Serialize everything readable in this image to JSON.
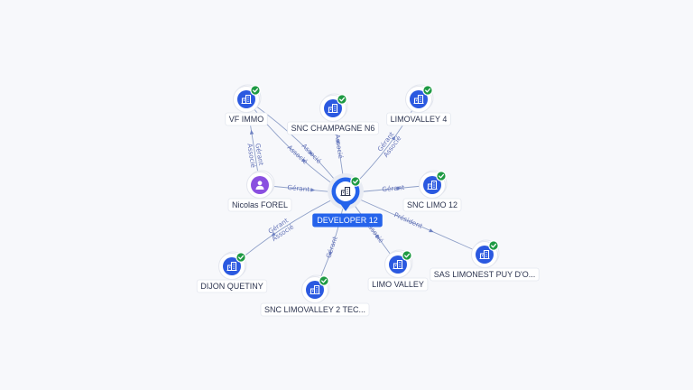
{
  "colors": {
    "company": "#2b59e0",
    "person": "#8a4fe0",
    "center": "#2563eb",
    "verified": "#1e9a43",
    "edge": "#8fa0c8",
    "edge_label": "#6473b8"
  },
  "center": {
    "label": "DEVELOPER 12",
    "icon": "building-icon",
    "verified": true
  },
  "nodes": [
    {
      "id": "vf-immo",
      "label": "VF IMMO",
      "kind": "company",
      "icon": "building-icon",
      "verified": true
    },
    {
      "id": "snc-champagne-n6",
      "label": "SNC CHAMPAGNE N6",
      "kind": "company",
      "icon": "building-icon",
      "verified": true
    },
    {
      "id": "limovalley-4",
      "label": "LIMOVALLEY 4",
      "kind": "company",
      "icon": "building-icon",
      "verified": true
    },
    {
      "id": "nicolas-forel",
      "label": "Nicolas FOREL",
      "kind": "person",
      "icon": "person-icon",
      "verified": false
    },
    {
      "id": "snc-limo-12",
      "label": "SNC LIMO 12",
      "kind": "company",
      "icon": "building-icon",
      "verified": true
    },
    {
      "id": "sas-limonest",
      "label": "SAS LIMONEST PUY D'O...",
      "kind": "company",
      "icon": "building-icon",
      "verified": true
    },
    {
      "id": "dijon-quetiny",
      "label": "DIJON QUETINY",
      "kind": "company",
      "icon": "building-icon",
      "verified": true
    },
    {
      "id": "snc-limovalley-2",
      "label": "SNC LIMOVALLEY 2 TEC...",
      "kind": "company",
      "icon": "building-icon",
      "verified": true
    },
    {
      "id": "limo-valley",
      "label": "LIMO VALLEY",
      "kind": "company",
      "icon": "building-icon",
      "verified": true
    }
  ],
  "edges": [
    {
      "from": "nicolas-forel",
      "to": "vf-immo",
      "labels": [
        "Gérant",
        "Associé"
      ]
    },
    {
      "from": "nicolas-forel",
      "to": "center",
      "labels": [
        "Gérant"
      ]
    },
    {
      "from": "vf-immo",
      "to": "center",
      "labels": [
        "Associé"
      ]
    },
    {
      "from": "vf-immo",
      "to": "center",
      "labels": [
        "Associé"
      ]
    },
    {
      "from": "center",
      "to": "snc-champagne-n6",
      "labels": [
        "Associé"
      ]
    },
    {
      "from": "center",
      "to": "limovalley-4",
      "labels": [
        "Gérant",
        "Associé"
      ]
    },
    {
      "from": "center",
      "to": "snc-limo-12",
      "labels": [
        "Gérant"
      ]
    },
    {
      "from": "center",
      "to": "sas-limonest",
      "labels": [
        "Président"
      ]
    },
    {
      "from": "center",
      "to": "dijon-quetiny",
      "labels": [
        "Gérant",
        "Associé"
      ]
    },
    {
      "from": "center",
      "to": "snc-limovalley-2",
      "labels": [
        "Gérant"
      ]
    },
    {
      "from": "center",
      "to": "limo-valley",
      "labels": [
        "Associé"
      ]
    }
  ]
}
